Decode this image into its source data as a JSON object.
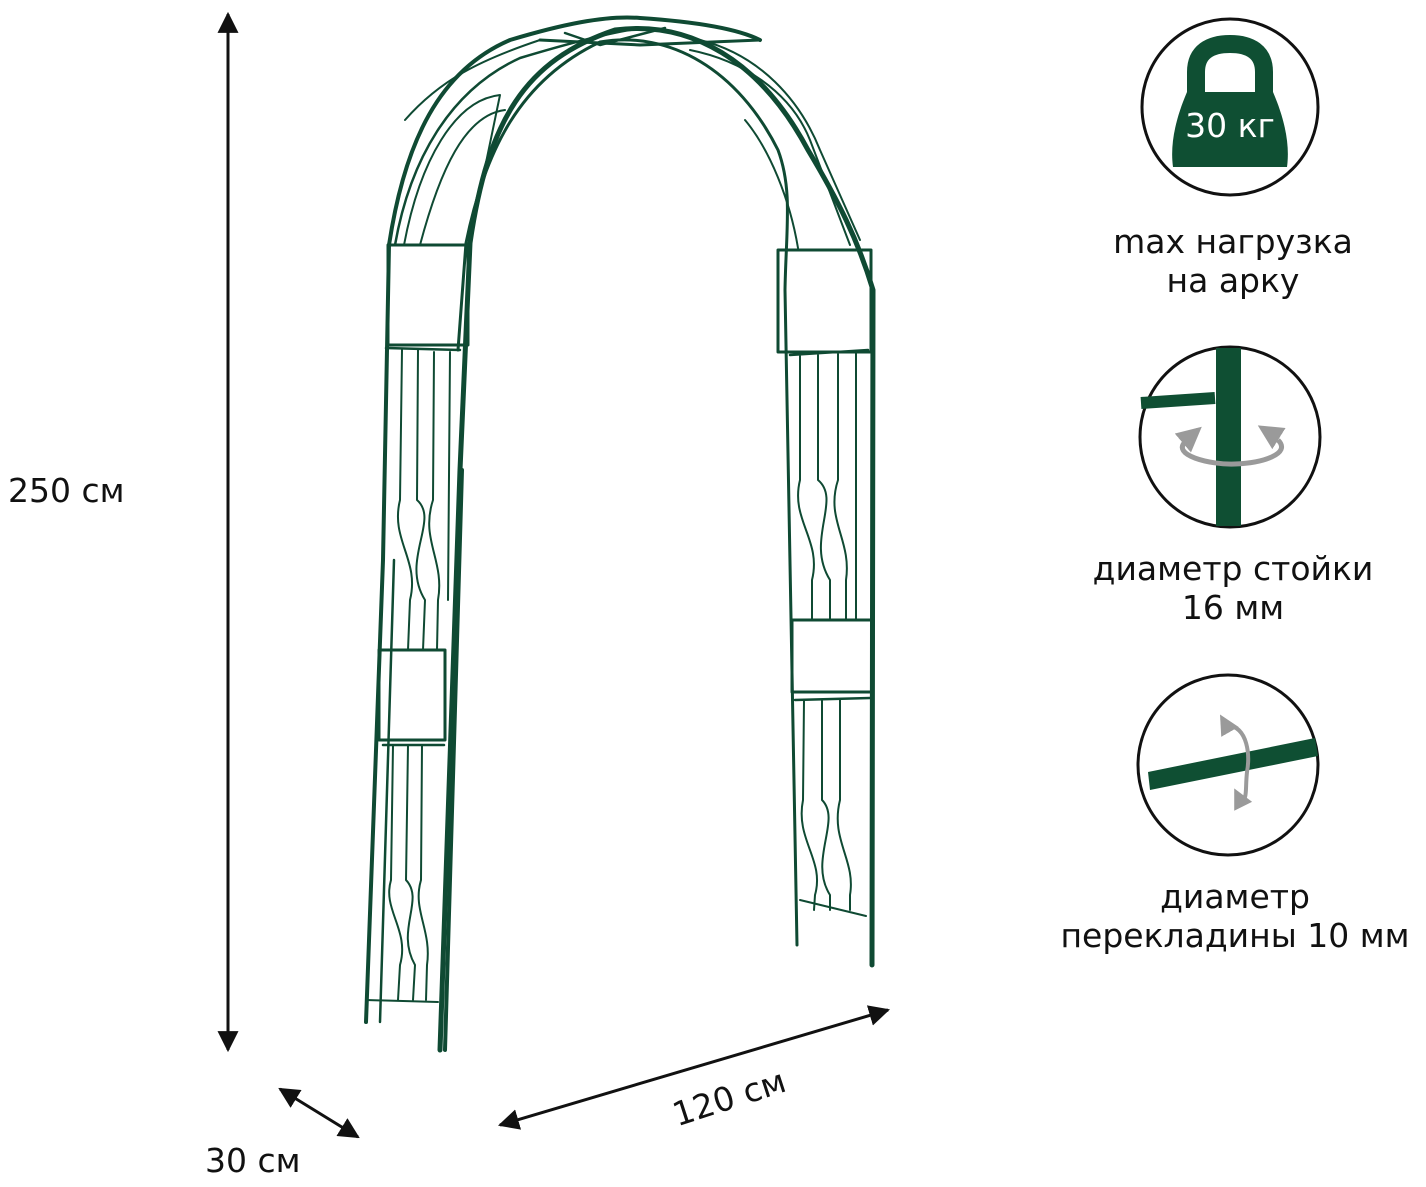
{
  "dimensions": {
    "height_label": "250 см",
    "width_label": "120 см",
    "depth_label": "30 см"
  },
  "specs": {
    "max_load": {
      "badge_value": "30 кг",
      "line1": "max нагрузка",
      "line2": "на арку"
    },
    "post_diameter": {
      "line1": "диаметр стойки",
      "line2": "16 мм"
    },
    "crossbar_diameter": {
      "line1": "диаметр",
      "line2": "перекладины 10 мм"
    }
  },
  "colors": {
    "metal_green": "#0f4a33",
    "icon_green": "#0f4f33",
    "arrow": "#111111",
    "rotation_arrow": "#9a9a9a"
  }
}
